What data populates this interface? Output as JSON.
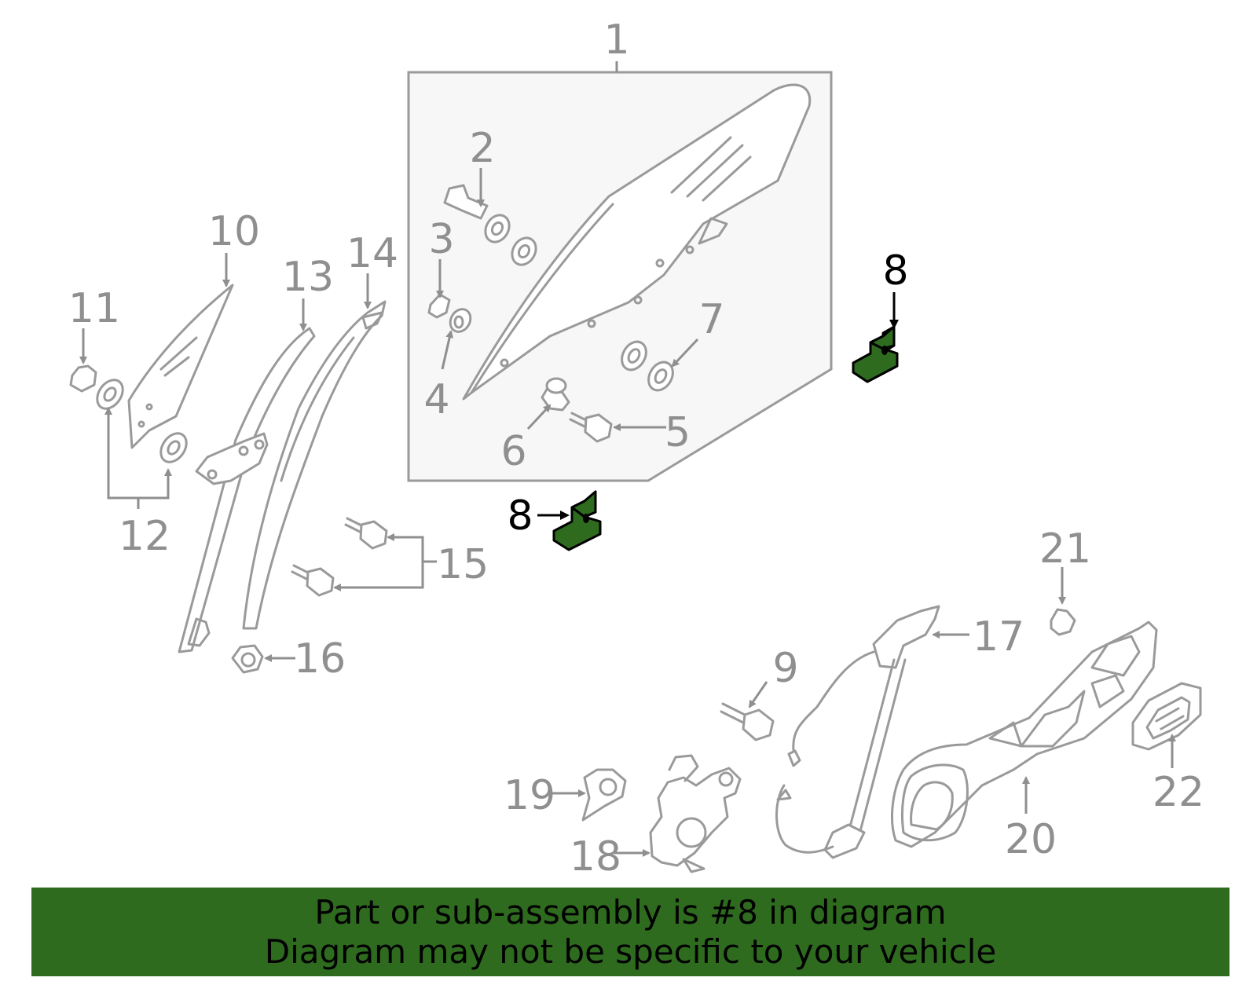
{
  "callouts": {
    "c1": "1",
    "c2": "2",
    "c3": "3",
    "c4": "4",
    "c5": "5",
    "c6": "6",
    "c7": "7",
    "c8a": "8",
    "c8b": "8",
    "c9": "9",
    "c10": "10",
    "c11": "11",
    "c12": "12",
    "c13": "13",
    "c14": "14",
    "c15": "15",
    "c16": "16",
    "c17": "17",
    "c18": "18",
    "c19": "19",
    "c20": "20",
    "c21": "21",
    "c22": "22"
  },
  "banner": {
    "line1": "Part or sub-assembly is #8 in diagram",
    "line2": "Diagram may not be specific to your vehicle"
  },
  "colors": {
    "highlight": "#2e6b1f",
    "line_gray": "#9a9a9a"
  }
}
